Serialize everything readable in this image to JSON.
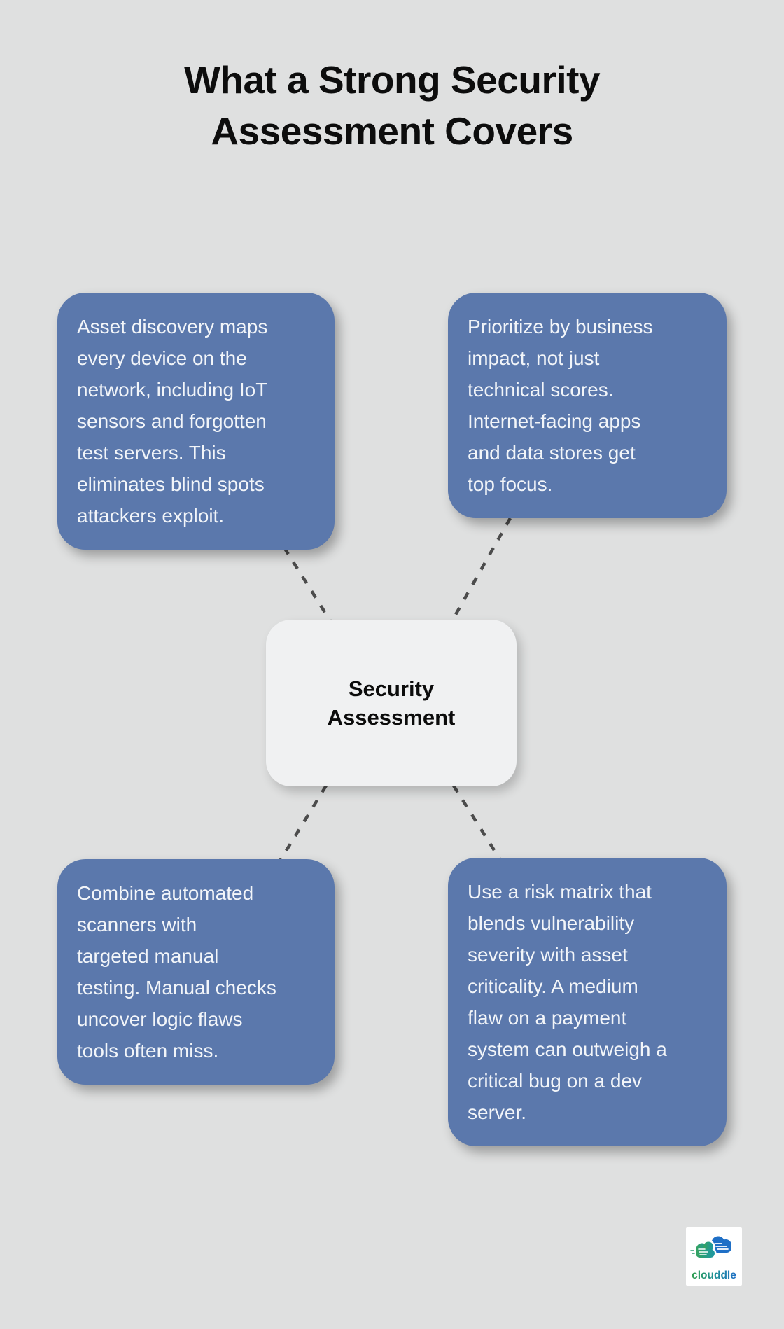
{
  "title": {
    "text": "What a Strong Security\nAssessment Covers"
  },
  "center_node": {
    "label": "Security\nAssessment"
  },
  "nodes": [
    {
      "id": "asset-discovery",
      "position": "top-left",
      "text": "Asset discovery maps\nevery device on the\nnetwork, including IoT\nsensors and forgotten\ntest servers. This\neliminates blind spots\nattackers exploit."
    },
    {
      "id": "prioritize-impact",
      "position": "top-right",
      "text": "Prioritize by business\nimpact, not just\ntechnical scores.\nInternet-facing apps\nand data stores get\ntop focus."
    },
    {
      "id": "combine-testing",
      "position": "bottom-left",
      "text": "Combine automated\nscanners with\ntargeted manual\ntesting. Manual checks\nuncover logic flaws\ntools often miss."
    },
    {
      "id": "risk-matrix",
      "position": "bottom-right",
      "text": "Use a risk matrix that\nblends vulnerability\nseverity with asset\ncriticality. A medium\nflaw on a payment\nsystem can outweigh a\ncritical bug on a dev\nserver."
    }
  ],
  "logo": {
    "text": "clouddle"
  },
  "colors": {
    "background": "#dfe0e0",
    "node_fill": "#5b78ac",
    "node_text": "#f2f5f9",
    "center_fill": "#f0f1f2",
    "title_text": "#0d0d0d",
    "connector": "#4c4c4c",
    "logo_green": "#2f9e5a",
    "logo_teal": "#1d9a8a",
    "logo_blue": "#1f6fc6"
  }
}
